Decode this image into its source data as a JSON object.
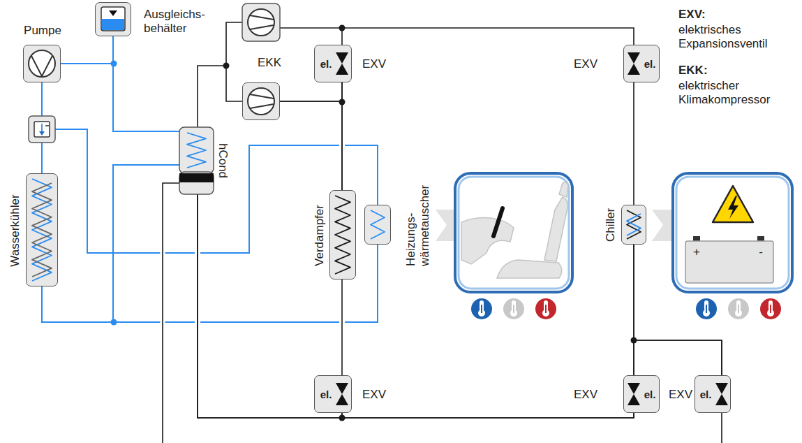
{
  "diagram": {
    "nodes": [
      {
        "text": [
          "Pumpe"
        ]
      },
      {
        "text": [
          "Ausgleichs- behälter"
        ]
      },
      {
        "text": [
          "EKK"
        ]
      },
      {
        "text": [
          "el.",
          "EXV"
        ]
      },
      {
        "text": [
          "el.",
          "EXV"
        ]
      },
      {
        "text": [
          "hCond"
        ]
      },
      {
        "text": [
          "Wasserkühler"
        ]
      },
      {
        "text": [
          "Verdampfer"
        ]
      },
      {
        "text": [
          "Heizungs- wärmetauscher"
        ]
      },
      {
        "text": [
          "Chiller"
        ]
      },
      {
        "text": [
          "+",
          "-"
        ]
      },
      {
        "text": [
          "el.",
          "EXV"
        ]
      },
      {
        "text": [
          "el.",
          "EXV"
        ]
      },
      {
        "text": [
          "el.",
          "EXV"
        ]
      }
    ],
    "edges": [
      {
        "from": 0,
        "to": 1,
        "arrow": "none"
      },
      {
        "from": 0,
        "to": 5,
        "arrow": "none"
      },
      {
        "from": 1,
        "to": 5,
        "arrow": "none"
      },
      {
        "from": 0,
        "to": 6,
        "arrow": "none"
      },
      {
        "from": 0,
        "to": 8,
        "arrow": "none"
      },
      {
        "from": 6,
        "to": 5,
        "arrow": "none"
      },
      {
        "from": 6,
        "to": 8,
        "arrow": "none"
      },
      {
        "from": 8,
        "to": 5,
        "arrow": "none"
      },
      {
        "from": 2,
        "to": 5,
        "arrow": "none"
      },
      {
        "from": 2,
        "to": 3,
        "arrow": "none"
      },
      {
        "from": 2,
        "to": 7,
        "arrow": "none"
      },
      {
        "from": 3,
        "to": 7,
        "arrow": "none"
      },
      {
        "from": 3,
        "to": 4,
        "arrow": "none"
      },
      {
        "from": 4,
        "to": 9,
        "arrow": "none"
      },
      {
        "from": 7,
        "to": 11,
        "arrow": "none"
      },
      {
        "from": 11,
        "to": 5,
        "arrow": "none"
      },
      {
        "from": 11,
        "to": 12,
        "arrow": "none"
      },
      {
        "from": 5,
        "to": 12,
        "arrow": "none"
      },
      {
        "from": 9,
        "to": 12,
        "arrow": "none"
      },
      {
        "from": 9,
        "to": 13,
        "arrow": "none"
      },
      {
        "from": 12,
        "to": 13,
        "arrow": "none"
      }
    ],
    "labels": [
      "EXV:",
      "elektrisches Expansionsventil",
      "EKK:",
      "elektrischer Klimakompressor"
    ]
  }
}
